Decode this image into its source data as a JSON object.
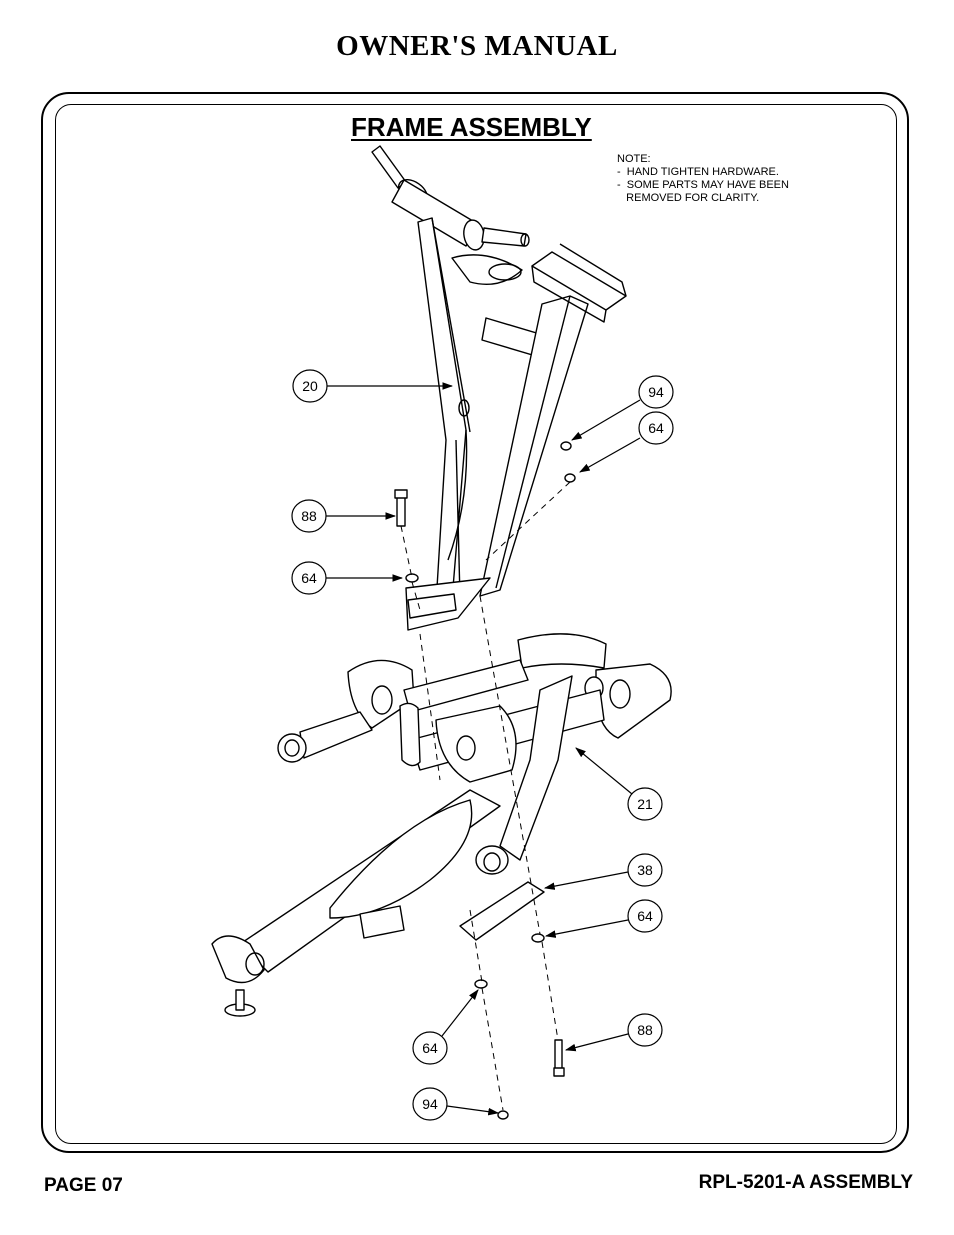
{
  "header": {
    "title": "OWNER'S MANUAL"
  },
  "section": {
    "title": "FRAME ASSEMBLY"
  },
  "note": {
    "heading": "NOTE:",
    "line1": "-  HAND TIGHTEN HARDWARE.",
    "line2": "-  SOME PARTS MAY HAVE BEEN",
    "line3": "   REMOVED FOR CLARITY."
  },
  "callouts": [
    {
      "label": "20"
    },
    {
      "label": "94"
    },
    {
      "label": "64"
    },
    {
      "label": "88"
    },
    {
      "label": "64"
    },
    {
      "label": "21"
    },
    {
      "label": "38"
    },
    {
      "label": "64"
    },
    {
      "label": "88"
    },
    {
      "label": "64"
    },
    {
      "label": "94"
    }
  ],
  "footer": {
    "page": "PAGE 07",
    "model": "RPL-5201-A ASSEMBLY"
  }
}
